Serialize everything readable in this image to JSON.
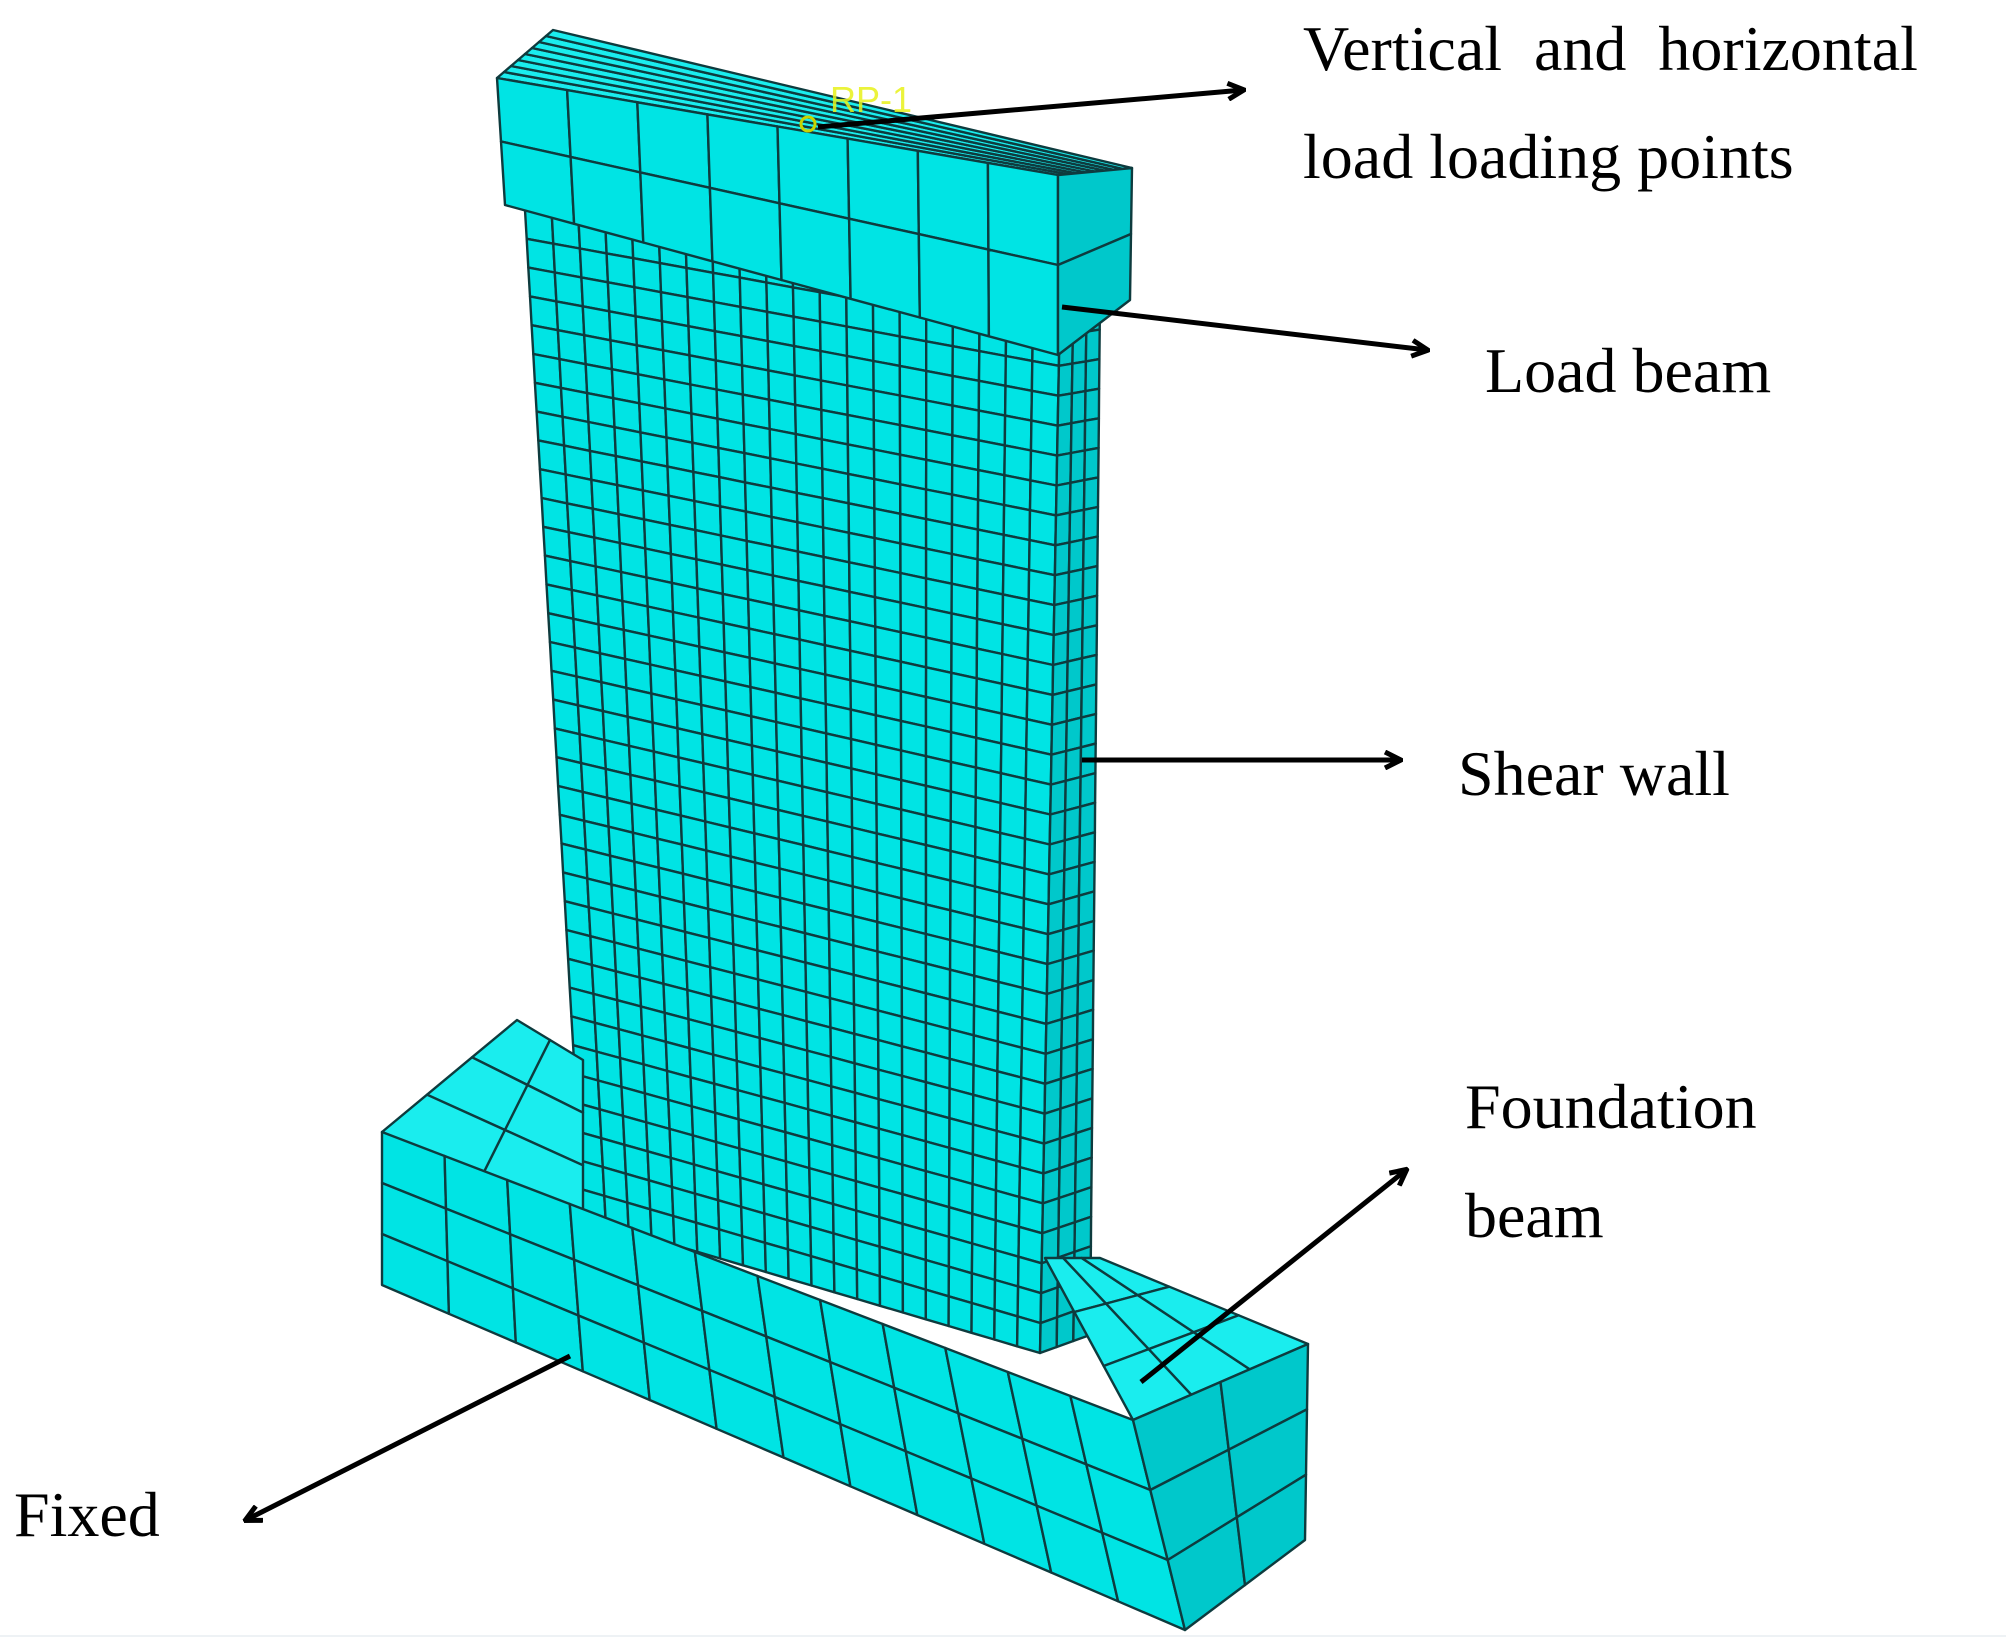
{
  "labels": {
    "loading_points_line1": "Vertical  and  horizontal",
    "loading_points_line2": "load loading points",
    "load_beam": "Load beam",
    "shear_wall": "Shear wall",
    "foundation_beam_line1": "Foundation",
    "foundation_beam_line2": "beam",
    "fixed": "Fixed",
    "reference_point": "RP-1"
  },
  "colors": {
    "mesh_fill": "#00E4E4",
    "mesh_fill_side": "#00C8CB",
    "mesh_fill_top": "#1AEDEE",
    "mesh_line": "#0E3B3E",
    "arrow": "#000000",
    "reference_point": "#E8F21A"
  },
  "mesh": {
    "load_beam": {
      "columns": 8,
      "rows": 2,
      "side_columns": 1
    },
    "shear_wall": {
      "columns": 20,
      "rows": 35,
      "side_columns": 3
    },
    "foundation_beam": {
      "columns": 12,
      "rows": 3,
      "side_columns": 2,
      "top_rows": 3
    }
  }
}
